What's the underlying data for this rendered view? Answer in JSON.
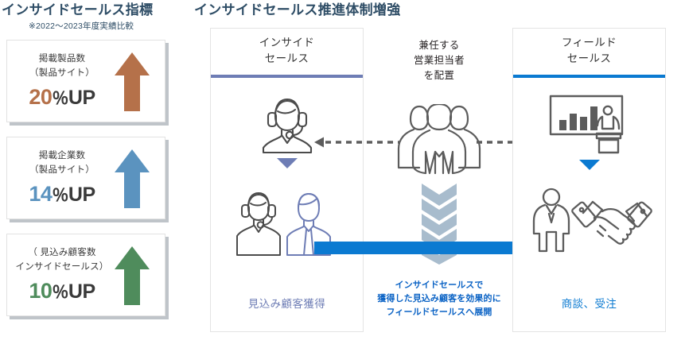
{
  "kpi": {
    "title": "インサイドセールス指標",
    "subtitle": "※2022〜2023年度実績比較",
    "cards": [
      {
        "label": "掲載製品数\n（製品サイト）",
        "number": "20",
        "percent": "％",
        "up": "UP",
        "color": "#b5714a",
        "arrow_icon": "up-arrow-icon"
      },
      {
        "label": "掲載企業数\n（製品サイト）",
        "number": "14",
        "percent": "％",
        "up": "UP",
        "color": "#5b93bf",
        "arrow_icon": "up-arrow-icon"
      },
      {
        "label": "（ 見込み顧客数\nインサイドセールス）",
        "number": "10",
        "percent": "％",
        "up": "UP",
        "color": "#4f8c5c",
        "arrow_icon": "up-arrow-icon"
      }
    ]
  },
  "flow": {
    "title": "インサイドセールス推進体制増強",
    "inside": {
      "heading": "インサイド\nセールス",
      "footer": "見込み顧客獲得",
      "accent": "#6e7db5",
      "icon_top": "headset-operator-icon",
      "icon_arrow": "triangle-down-icon",
      "icon_bottom_left": "headset-operator-icon",
      "icon_bottom_right": "businessman-icon"
    },
    "field": {
      "heading": "フィールド\nセールス",
      "footer": "商談、受注",
      "accent": "#0b7ad1",
      "icon_top": "presentation-chart-icon",
      "icon_arrow": "triangle-down-icon",
      "icon_bottom_left": "standing-person-icon",
      "icon_bottom_right": "handshake-icon"
    },
    "center": {
      "note": "兼任する\n営業担当者\nを配置",
      "icon_group": "group-of-people-icon",
      "icon_chevrons": "chevron-down-stack-icon",
      "icon_dashed_connector": "dashed-double-arrow-icon",
      "icon_transfer_arrow": "right-arrow-icon",
      "caption": "インサイドセールスで\n獲得した見込み顧客を効果的に\nフィールドセールスへ展開",
      "caption_color": "#0b63c5"
    }
  }
}
